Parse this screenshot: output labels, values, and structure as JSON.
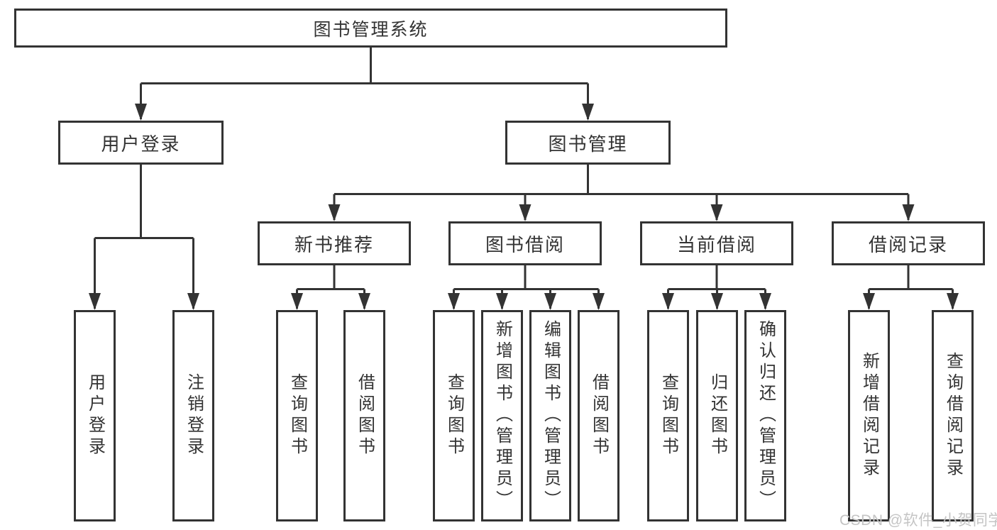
{
  "diagram_type": "hierarchy-tree",
  "colors": {
    "line": "#333333",
    "box_border": "#333333",
    "text": "#333333",
    "background": "#ffffff",
    "watermark": "#c4c4c4"
  },
  "tree": {
    "label": "图书管理系统",
    "children": [
      {
        "label": "用户登录",
        "children": [
          {
            "label": "用户登录"
          },
          {
            "label": "注销登录"
          }
        ]
      },
      {
        "label": "图书管理",
        "children": [
          {
            "label": "新书推荐",
            "children": [
              {
                "label": "查询图书"
              },
              {
                "label": "借阅图书"
              }
            ]
          },
          {
            "label": "图书借阅",
            "children": [
              {
                "label": "查询图书"
              },
              {
                "label": "新增图书（管理员）"
              },
              {
                "label": "编辑图书（管理员）"
              },
              {
                "label": "借阅图书"
              }
            ]
          },
          {
            "label": "当前借阅",
            "children": [
              {
                "label": "查询图书"
              },
              {
                "label": "归还图书"
              },
              {
                "label": "确认归还（管理员）"
              }
            ]
          },
          {
            "label": "借阅记录",
            "children": [
              {
                "label": "新增借阅记录"
              },
              {
                "label": "查询借阅记录"
              }
            ]
          }
        ]
      }
    ]
  },
  "watermark": {
    "text": "CSDN @软件_小贺同学"
  }
}
